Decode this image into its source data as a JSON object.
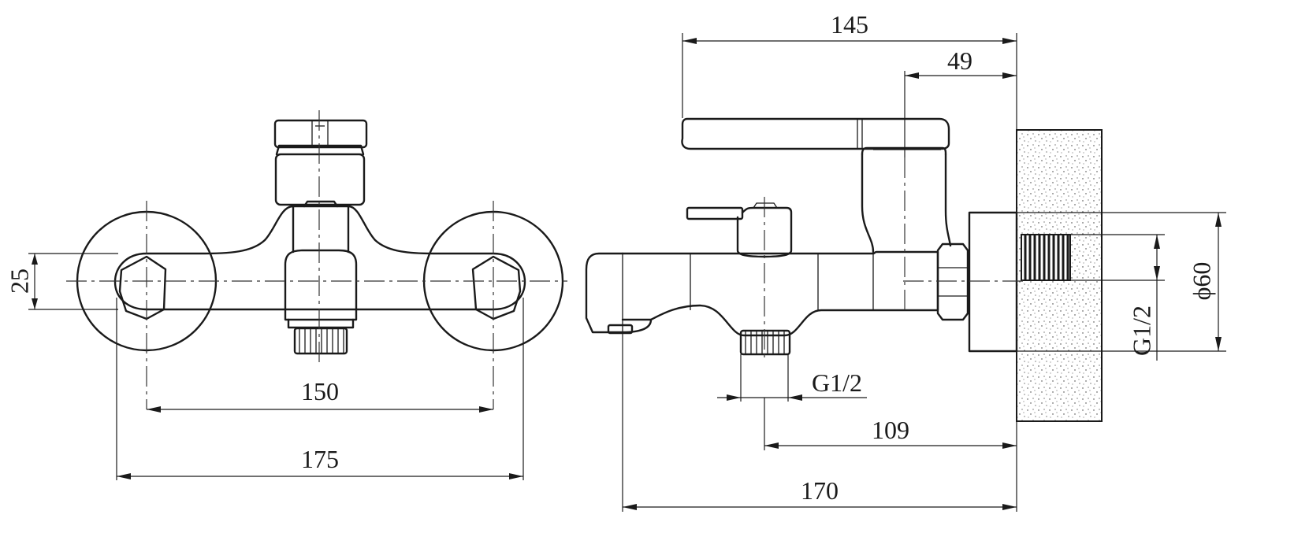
{
  "front_view": {
    "dim_height": "25",
    "dim_center_distance": "150",
    "dim_overall_width": "175"
  },
  "side_view": {
    "dim_handle_length": "145",
    "dim_handle_to_wall": "49",
    "dim_thread_outlet": "G1/2",
    "dim_outlet_to_wall": "109",
    "dim_spout_to_wall": "170",
    "dim_thread_inlet": "G1/2",
    "dim_flange_diameter": "ϕ60"
  },
  "colors": {
    "line": "#1a1a1a",
    "background": "#ffffff"
  }
}
